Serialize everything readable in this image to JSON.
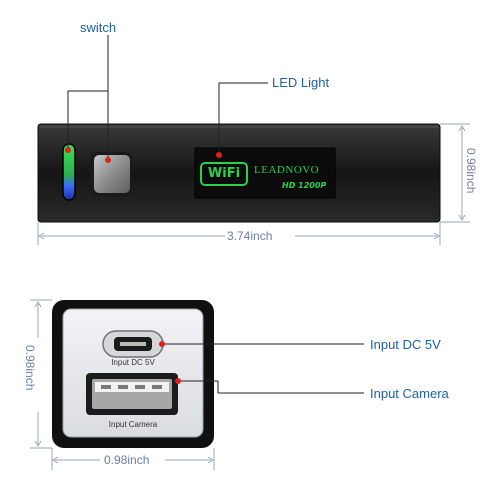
{
  "labels": {
    "switch": "switch",
    "led_light": "LED Light",
    "input_dc": "Input DC 5V",
    "input_camera": "Input Camera"
  },
  "device": {
    "wifi_badge": "WiFi",
    "brand": "LEADNOVO",
    "model": "HD 1200P"
  },
  "port_panel": {
    "dc_label": "Input DC 5V",
    "camera_label": "Input Camera"
  },
  "dimensions": {
    "height_top": "0.98inch",
    "length_top": "3.74inch",
    "height_bottom": "0.98inch",
    "width_bottom": "0.98inch"
  },
  "colors": {
    "accent": "#1f5fa8",
    "pointer": "#e0201b",
    "led_green": "#39e05a",
    "led_blue": "#3a6bff",
    "wifi_green": "#2bd14a"
  }
}
